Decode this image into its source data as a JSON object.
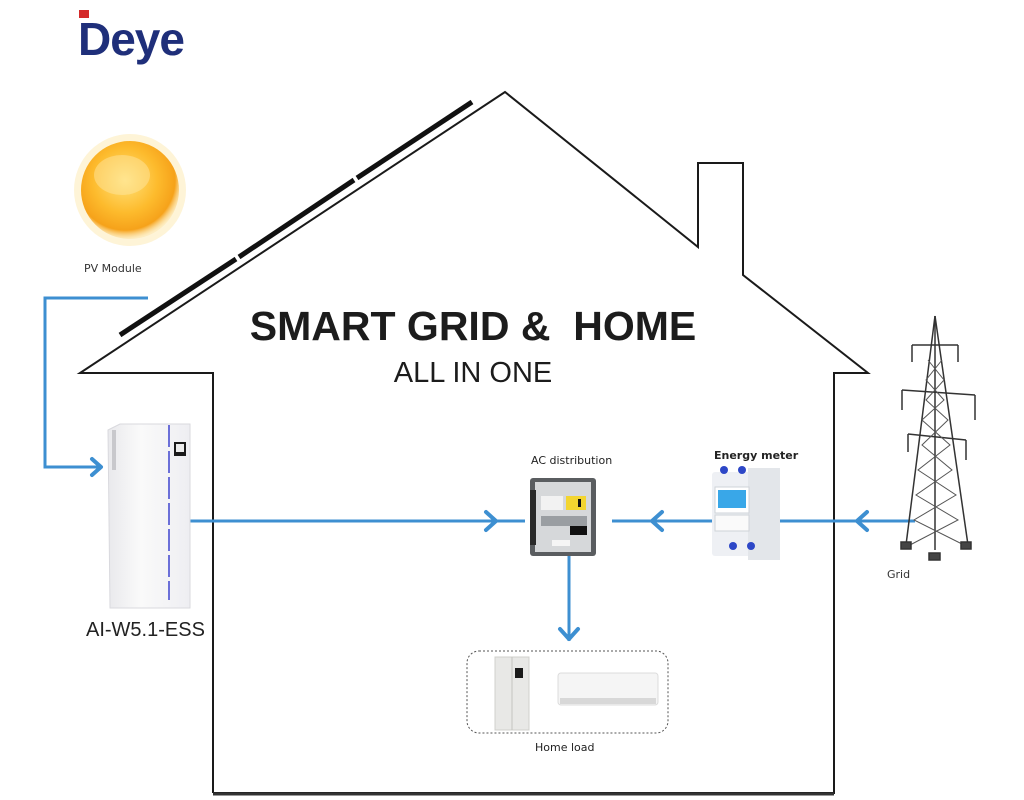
{
  "brand": {
    "logo_text": "Deye",
    "logo_color": "#1f2f7a",
    "logo_accent": "#d42a2a"
  },
  "headline": {
    "title": "SMART GRID &  HOME",
    "subtitle": "ALL IN ONE"
  },
  "components": {
    "pv_module": {
      "label": "PV Module",
      "icon": "sun-icon"
    },
    "battery": {
      "label": "AI-W5.1-ESS",
      "icon": "battery-storage-icon"
    },
    "ac_distribution": {
      "label": "AC distribution",
      "icon": "distribution-box-icon"
    },
    "energy_meter": {
      "label": "Energy meter",
      "icon": "energy-meter-icon"
    },
    "grid": {
      "label": "Grid",
      "icon": "transmission-tower-icon"
    },
    "home_load": {
      "label": "Home load",
      "icons": [
        "refrigerator-icon",
        "air-conditioner-icon"
      ]
    }
  },
  "flows": [
    {
      "from": "PV Module",
      "to": "AI-W5.1-ESS"
    },
    {
      "from": "AI-W5.1-ESS",
      "to": "AC distribution"
    },
    {
      "from": "Energy meter",
      "to": "AC distribution"
    },
    {
      "from": "Grid",
      "to": "Energy meter"
    },
    {
      "from": "AC distribution",
      "to": "Home load"
    }
  ],
  "colors": {
    "flow_line": "#3d8fd1",
    "outline": "#1a1a1a"
  }
}
